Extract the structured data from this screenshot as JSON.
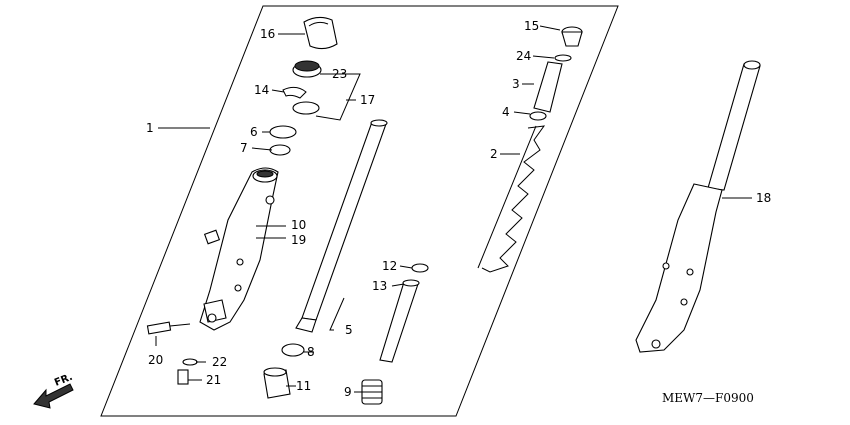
{
  "diagram_code": "MEW7—F0900",
  "direction_label": "FR.",
  "callouts": {
    "c1": "1",
    "c2": "2",
    "c3": "3",
    "c4": "4",
    "c5": "5",
    "c6": "6",
    "c7": "7",
    "c8": "8",
    "c9": "9",
    "c10": "10",
    "c11": "11",
    "c12": "12",
    "c13": "13",
    "c14": "14",
    "c15": "15",
    "c16": "16",
    "c17": "17",
    "c18": "18",
    "c19": "19",
    "c20": "20",
    "c21": "21",
    "c22": "22",
    "c23": "23",
    "c24": "24"
  },
  "colors": {
    "ink": "#000000",
    "background": "#ffffff"
  }
}
